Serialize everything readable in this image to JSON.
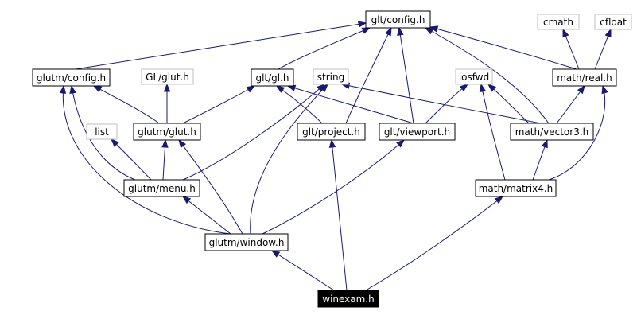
{
  "colors": {
    "edge": "#191970",
    "node_border": "#000000",
    "external_border": "#bfbfbf",
    "root_fill": "#000000",
    "root_text": "#ffffff"
  },
  "nodes": [
    {
      "id": "glt_config",
      "label": "glt/config.h",
      "kind": "header"
    },
    {
      "id": "cmath",
      "label": "cmath",
      "kind": "external"
    },
    {
      "id": "cfloat",
      "label": "cfloat",
      "kind": "external"
    },
    {
      "id": "glutm_config",
      "label": "glutm/config.h",
      "kind": "header"
    },
    {
      "id": "gl_glut",
      "label": "GL/glut.h",
      "kind": "external"
    },
    {
      "id": "glt_gl",
      "label": "glt/gl.h",
      "kind": "header"
    },
    {
      "id": "string",
      "label": "string",
      "kind": "external"
    },
    {
      "id": "iosfwd",
      "label": "iosfwd",
      "kind": "external"
    },
    {
      "id": "math_real",
      "label": "math/real.h",
      "kind": "header"
    },
    {
      "id": "list",
      "label": "list",
      "kind": "external"
    },
    {
      "id": "glutm_glut",
      "label": "glutm/glut.h",
      "kind": "header"
    },
    {
      "id": "glt_project",
      "label": "glt/project.h",
      "kind": "header"
    },
    {
      "id": "glt_viewport",
      "label": "glt/viewport.h",
      "kind": "header"
    },
    {
      "id": "math_vector3",
      "label": "math/vector3.h",
      "kind": "header"
    },
    {
      "id": "glutm_menu",
      "label": "glutm/menu.h",
      "kind": "header"
    },
    {
      "id": "math_matrix4",
      "label": "math/matrix4.h",
      "kind": "header"
    },
    {
      "id": "glutm_window",
      "label": "glutm/window.h",
      "kind": "header"
    },
    {
      "id": "winexam",
      "label": "winexam.h",
      "kind": "root"
    }
  ],
  "edges": [
    {
      "from": "glutm_config",
      "to": "glt_config"
    },
    {
      "from": "glt_gl",
      "to": "glt_config"
    },
    {
      "from": "glt_project",
      "to": "glt_config"
    },
    {
      "from": "glt_viewport",
      "to": "glt_config"
    },
    {
      "from": "math_real",
      "to": "glt_config"
    },
    {
      "from": "math_vector3",
      "to": "glt_config"
    },
    {
      "from": "math_real",
      "to": "cmath"
    },
    {
      "from": "math_real",
      "to": "cfloat"
    },
    {
      "from": "glutm_glut",
      "to": "glutm_config"
    },
    {
      "from": "glutm_glut",
      "to": "gl_glut"
    },
    {
      "from": "glutm_glut",
      "to": "glt_gl"
    },
    {
      "from": "glt_project",
      "to": "glt_gl"
    },
    {
      "from": "glt_viewport",
      "to": "glt_gl"
    },
    {
      "from": "math_vector3",
      "to": "string"
    },
    {
      "from": "math_vector3",
      "to": "iosfwd"
    },
    {
      "from": "math_vector3",
      "to": "math_real"
    },
    {
      "from": "glt_viewport",
      "to": "iosfwd"
    },
    {
      "from": "math_matrix4",
      "to": "iosfwd"
    },
    {
      "from": "math_matrix4",
      "to": "math_real"
    },
    {
      "from": "math_matrix4",
      "to": "math_vector3"
    },
    {
      "from": "glutm_menu",
      "to": "glutm_config"
    },
    {
      "from": "glutm_menu",
      "to": "list"
    },
    {
      "from": "glutm_menu",
      "to": "glutm_glut"
    },
    {
      "from": "glutm_menu",
      "to": "string"
    },
    {
      "from": "glutm_window",
      "to": "glutm_config"
    },
    {
      "from": "glutm_window",
      "to": "glutm_glut"
    },
    {
      "from": "glutm_window",
      "to": "glutm_menu"
    },
    {
      "from": "glutm_window",
      "to": "string"
    },
    {
      "from": "glutm_window",
      "to": "glt_viewport"
    },
    {
      "from": "winexam",
      "to": "glutm_window"
    },
    {
      "from": "winexam",
      "to": "glt_project"
    },
    {
      "from": "winexam",
      "to": "math_matrix4"
    }
  ]
}
